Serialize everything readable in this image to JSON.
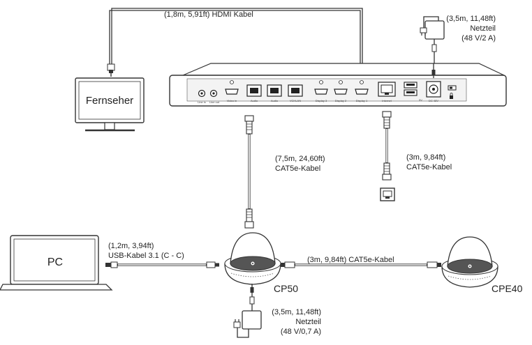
{
  "devices": {
    "tv": "Fernseher",
    "pc": "PC",
    "cp50": "CP50",
    "cpe40": "CPE40"
  },
  "cables": {
    "hdmi": "(1,8m, 5,91ft) HDMI Kabel",
    "psu_top": [
      "(3,5m, 11,48ft)",
      "Netzteil",
      "(48 V/2 A)"
    ],
    "cat5_long": [
      "(7,5m, 24,60ft)",
      "CAT5e-Kabel"
    ],
    "cat5_internet": [
      "(3m, 9,84ft)",
      "CAT5e-Kabel"
    ],
    "usb": [
      "(1,2m, 3,94ft)",
      "USB-Kabel 3.1 (C - C)"
    ],
    "cat5_mic": "(3m, 9,84ft) CAT5e-Kabel",
    "psu_bottom": [
      "(3,5m, 11,48ft)",
      "Netzteil",
      "(48 V/0,7 A)"
    ]
  },
  "ports": [
    "Line in",
    "Line out",
    "Video in",
    "Audio",
    "Audio",
    "VCHLAN",
    "Display 3",
    "Display 2",
    "Display 1",
    "Internet",
    "5V",
    "DC 48V"
  ]
}
